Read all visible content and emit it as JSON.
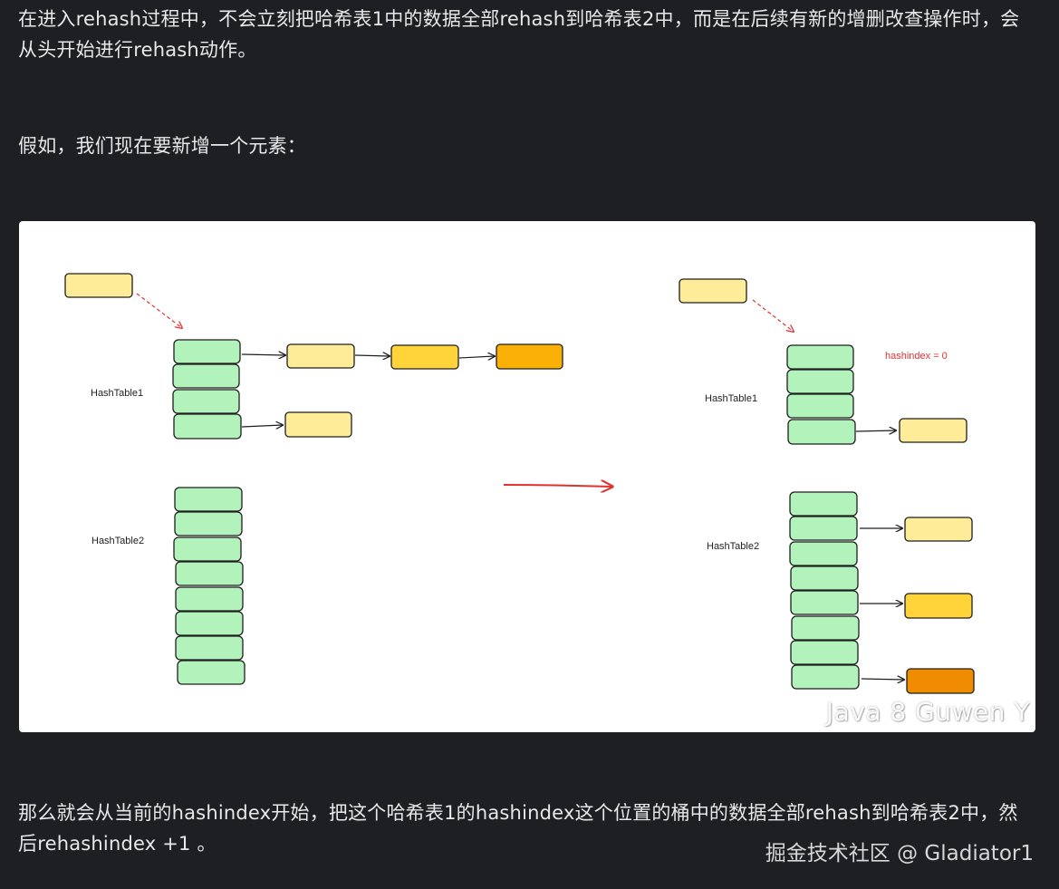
{
  "article": {
    "paragraph1": "在进入rehash过程中，不会立刻把哈希表1中的数据全部rehash到哈希表2中，而是在后续有新的增删改查操作时，会从头开始进行rehash动作。",
    "paragraph2": "假如，我们现在要新增一个元素：",
    "paragraph3": "那么就会从当前的hashindex开始，把这个哈希表1的hashindex这个位置的桶中的数据全部rehash到哈希表2中，然后rehashindex +1 。"
  },
  "figure": {
    "left_table1_label": "HashTable1",
    "left_table2_label": "HashTable2",
    "right_table1_label": "HashTable1",
    "right_table2_label": "HashTable2",
    "hashindex_label": "hashindex = 0",
    "watermark": "Java 8 Guwen Y",
    "colors": {
      "bucket_green": "#b2f2bb",
      "node_light": "#ffec99",
      "node_mid": "#ffd43b",
      "node_orange": "#fab005",
      "node_dark_orange": "#f08c00",
      "transition_arrow": "#e03131",
      "dashed_arrow": "#e03131"
    }
  },
  "footer": {
    "watermark": "掘金技术社区 @ Gladiator1"
  }
}
